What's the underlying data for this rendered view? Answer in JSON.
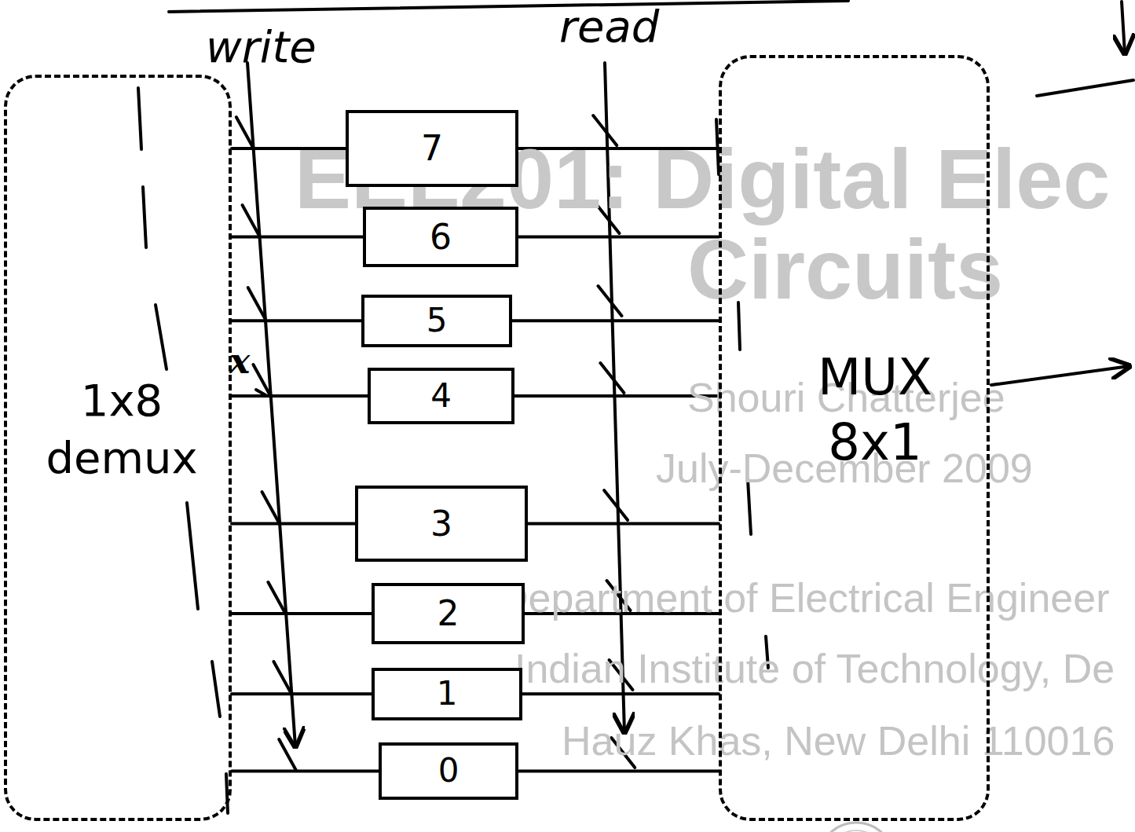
{
  "diagram": {
    "nodes": [
      {
        "text": [
          "1x8 demux"
        ]
      },
      {
        "text": [
          "7"
        ]
      },
      {
        "text": [
          "6"
        ]
      },
      {
        "text": [
          "5"
        ]
      },
      {
        "text": [
          "4"
        ]
      },
      {
        "text": [
          "3"
        ]
      },
      {
        "text": [
          "2"
        ]
      },
      {
        "text": [
          "1"
        ]
      },
      {
        "text": [
          "0"
        ]
      },
      {
        "text": [
          "MUX 8x1"
        ]
      }
    ],
    "edges": [
      {
        "from": 0,
        "to": 1,
        "arrow": "none"
      },
      {
        "from": 0,
        "to": 2,
        "arrow": "none"
      },
      {
        "from": 0,
        "to": 3,
        "arrow": "none"
      },
      {
        "from": 0,
        "to": 4,
        "arrow": "none"
      },
      {
        "from": 0,
        "to": 5,
        "arrow": "none"
      },
      {
        "from": 0,
        "to": 6,
        "arrow": "none"
      },
      {
        "from": 0,
        "to": 7,
        "arrow": "none"
      },
      {
        "from": 0,
        "to": 8,
        "arrow": "none"
      },
      {
        "from": 1,
        "to": 9,
        "arrow": "none"
      },
      {
        "from": 2,
        "to": 9,
        "arrow": "none"
      },
      {
        "from": 3,
        "to": 9,
        "arrow": "none"
      },
      {
        "from": 4,
        "to": 9,
        "arrow": "none"
      },
      {
        "from": 5,
        "to": 9,
        "arrow": "none"
      },
      {
        "from": 6,
        "to": 9,
        "arrow": "none"
      },
      {
        "from": 7,
        "to": 9,
        "arrow": "none"
      },
      {
        "from": 8,
        "to": 9,
        "arrow": "none"
      }
    ],
    "labels": [
      "write",
      "read",
      "x",
      "EEL201: Digital Elec",
      "Circuits",
      "Shouri Chatterjee",
      "July-December 2009",
      "Department of Electrical Engineer",
      "Indian Institute of Technology, De",
      "Hauz Khas, New Delhi 110016"
    ]
  }
}
